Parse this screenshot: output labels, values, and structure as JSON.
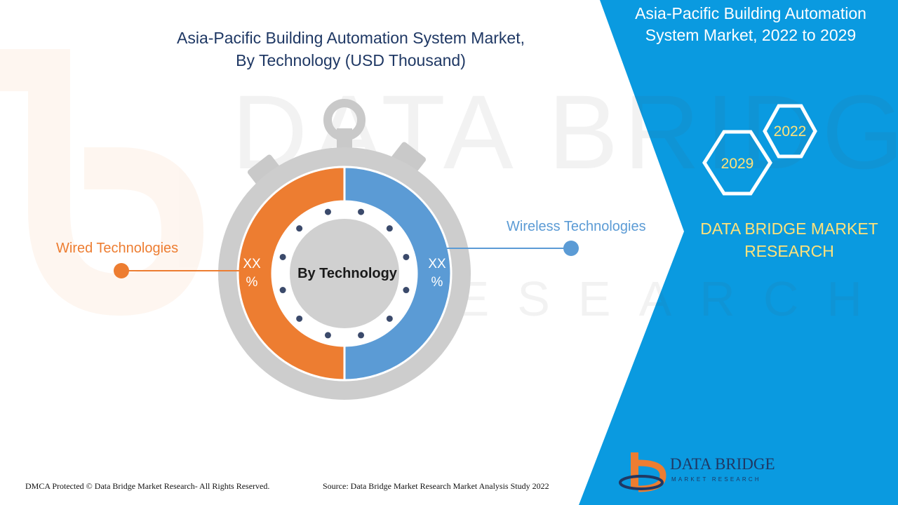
{
  "chart_data": {
    "type": "pie",
    "title": "Asia-Pacific Building Automation System Market,",
    "subtitle": "By Technology (USD Thousand)",
    "center_label": "By Technology",
    "categories": [
      "Wired Technologies",
      "Wireless Technologies"
    ],
    "values": [
      50,
      50
    ],
    "value_labels": [
      [
        "XX",
        "%"
      ],
      [
        "XX",
        "%"
      ]
    ],
    "colors": [
      "#ed7d31",
      "#5b9bd5"
    ]
  },
  "panel": {
    "title_line1": "Asia-Pacific Building Automation",
    "title_line2": "System Market, 2022 to 2029",
    "year_start": "2022",
    "year_end": "2029",
    "brand_line1": "DATA BRIDGE MARKET",
    "brand_line2": "RESEARCH",
    "bg_color": "#0a9ae0",
    "brand_color": "#ffe27a"
  },
  "logo": {
    "name": "DATA BRIDGE",
    "tagline": "MARKET RESEARCH"
  },
  "footer": {
    "copyright": "DMCA Protected © Data Bridge Market Research- All Rights Reserved.",
    "source": "Source: Data Bridge Market Research Market Analysis Study 2022"
  }
}
